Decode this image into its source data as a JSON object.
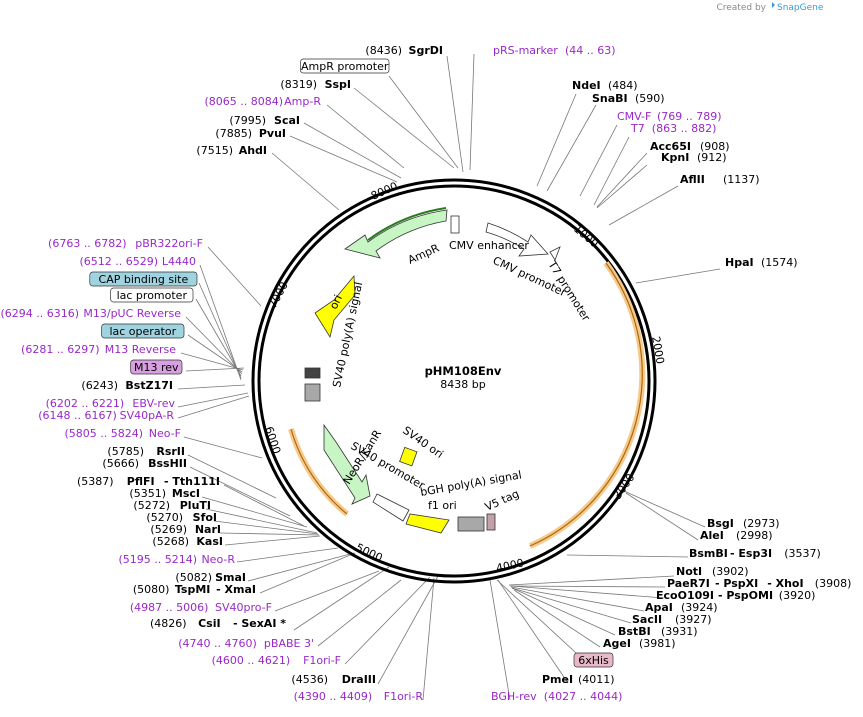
{
  "credit": {
    "prefix": "Created by",
    "brand": "SnapGene"
  },
  "center": {
    "name": "pHM108Env",
    "length": "8438 bp"
  },
  "ring_ticks": [
    "1000",
    "2000",
    "3000",
    "4000",
    "5000",
    "6000",
    "7000",
    "8000"
  ],
  "features": [
    {
      "name": "AmpR",
      "color": "#c8f5c4"
    },
    {
      "name": "ori",
      "color": "#ffff00"
    },
    {
      "name": "NeoR/KanR",
      "color": "#c8f5c4"
    },
    {
      "name": "SV40 promoter",
      "color": "#ffffff"
    },
    {
      "name": "f1 ori",
      "color": "#ffff00"
    },
    {
      "name": "bGH poly(A) signal",
      "color": "#a8a8a8"
    },
    {
      "name": "V5 tag",
      "color": "#c4a0a8"
    },
    {
      "name": "CMV enhancer",
      "color": "#ffffff"
    },
    {
      "name": "CMV promoter",
      "color": "#ffffff"
    },
    {
      "name": "T7 promoter",
      "color": "#ffffff"
    },
    {
      "name": "SV40 poly(A) signal",
      "color": "#a8a8a8"
    },
    {
      "name": "SV40 ori",
      "color": "#ffff00"
    }
  ],
  "left_labels": [
    {
      "pos": "(8436)",
      "name": "SgrDI",
      "type": "enzyme"
    },
    {
      "name": "AmpR promoter",
      "type": "boxed",
      "box": "#ffffff"
    },
    {
      "pos": "(8319)",
      "name": "SspI",
      "type": "enzyme"
    },
    {
      "pos": "(8065 .. 8084)",
      "name": "Amp-R",
      "type": "primer"
    },
    {
      "pos": "(7995)",
      "name": "ScaI",
      "type": "enzyme"
    },
    {
      "pos": "(7885)",
      "name": "PvuI",
      "type": "enzyme"
    },
    {
      "pos": "(7515)",
      "name": "AhdI",
      "type": "enzyme"
    },
    {
      "pos": "(6763 .. 6782)",
      "name": "pBR322ori-F",
      "type": "primer"
    },
    {
      "pos": "(6512 .. 6529)",
      "name": "L4440",
      "type": "primer"
    },
    {
      "name": "CAP binding site",
      "type": "boxed",
      "box": "#9fd3e0"
    },
    {
      "name": "lac promoter",
      "type": "boxed",
      "box": "#ffffff"
    },
    {
      "pos": "(6294 .. 6316)",
      "name": "M13/pUC Reverse",
      "type": "primer"
    },
    {
      "name": "lac operator",
      "type": "boxed",
      "box": "#9fd3e0"
    },
    {
      "pos": "(6281 .. 6297)",
      "name": "M13 Reverse",
      "type": "primer"
    },
    {
      "name": "M13 rev",
      "type": "boxed",
      "box": "#d8a0e0"
    },
    {
      "pos": "(6243)",
      "name": "BstZ17I",
      "type": "enzyme"
    },
    {
      "pos": "(6202 .. 6221)",
      "name": "EBV-rev",
      "type": "primer"
    },
    {
      "pos": "(6148 .. 6167)",
      "name": "SV40pA-R",
      "type": "primer"
    },
    {
      "pos": "(5805 .. 5824)",
      "name": "Neo-F",
      "type": "primer"
    },
    {
      "pos": "(5785)",
      "name": "RsrII",
      "type": "enzyme"
    },
    {
      "pos": "(5666)",
      "name": "BssHII",
      "type": "enzyme"
    },
    {
      "pos": "(5387)",
      "name": "PflFI",
      "name2": "- Tth111I",
      "type": "enzyme2"
    },
    {
      "pos": "(5351)",
      "name": "MscI",
      "type": "enzyme"
    },
    {
      "pos": "(5272)",
      "name": "PluTI",
      "type": "enzyme"
    },
    {
      "pos": "(5270)",
      "name": "SfoI",
      "type": "enzyme"
    },
    {
      "pos": "(5269)",
      "name": "NarI",
      "type": "enzyme"
    },
    {
      "pos": "(5268)",
      "name": "KasI",
      "type": "enzyme"
    },
    {
      "pos": "(5195 .. 5214)",
      "name": "Neo-R",
      "type": "primer"
    },
    {
      "pos": "(5082)",
      "name": "SmaI",
      "type": "enzyme"
    },
    {
      "pos": "(5080)",
      "name": "TspMI",
      "name2": "- XmaI",
      "type": "enzyme2"
    },
    {
      "pos": "(4987 .. 5006)",
      "name": "SV40pro-F",
      "type": "primer"
    },
    {
      "pos": "(4826)",
      "name": "CsiI",
      "name2": "- SexAI *",
      "type": "enzyme2"
    },
    {
      "pos": "(4740 .. 4760)",
      "name": "pBABE 3'",
      "type": "primer"
    },
    {
      "pos": "(4600 .. 4621)",
      "name": "F1ori-F",
      "type": "primer"
    },
    {
      "pos": "(4536)",
      "name": "DraIII",
      "type": "enzyme"
    },
    {
      "pos": "(4390 .. 4409)",
      "name": "F1ori-R",
      "type": "primer"
    }
  ],
  "right_labels": [
    {
      "name": "pRS-marker",
      "pos": "(44 .. 63)",
      "type": "primer"
    },
    {
      "name": "NdeI",
      "pos": "(484)",
      "type": "enzyme"
    },
    {
      "name": "SnaBI",
      "pos": "(590)",
      "type": "enzyme"
    },
    {
      "name": "CMV-F",
      "pos": "(769 .. 789)",
      "type": "primer"
    },
    {
      "name": "T7",
      "pos": "(863 .. 882)",
      "type": "primer"
    },
    {
      "name": "Acc65I",
      "pos": "(908)",
      "type": "enzyme"
    },
    {
      "name": "KpnI",
      "pos": "(912)",
      "type": "enzyme"
    },
    {
      "name": "AflII",
      "pos": "(1137)",
      "type": "enzyme"
    },
    {
      "name": "HpaI",
      "pos": "(1574)",
      "type": "enzyme"
    },
    {
      "name": "BsgI",
      "pos": "(2973)",
      "type": "enzyme"
    },
    {
      "name": "AleI",
      "pos": "(2998)",
      "type": "enzyme"
    },
    {
      "name": "BsmBI",
      "name2": "- Esp3I",
      "pos": "(3537)",
      "type": "enzyme2"
    },
    {
      "name": "NotI",
      "pos": "(3902)",
      "type": "enzyme"
    },
    {
      "name": "PaeR7I",
      "name2": "- PspXI",
      "name3": "- XhoI",
      "pos": "(3908)",
      "type": "enzyme3"
    },
    {
      "name": "EcoO109I",
      "name2": "- PspOMI",
      "pos": "(3920)",
      "type": "enzyme2"
    },
    {
      "name": "ApaI",
      "pos": "(3924)",
      "type": "enzyme"
    },
    {
      "name": "SacII",
      "pos": "(3927)",
      "type": "enzyme"
    },
    {
      "name": "BstBI",
      "pos": "(3931)",
      "type": "enzyme"
    },
    {
      "name": "AgeI",
      "pos": "(3981)",
      "type": "enzyme"
    },
    {
      "name": "6xHis",
      "type": "boxed",
      "box": "#e8b8c8"
    },
    {
      "name": "PmeI",
      "pos": "(4011)",
      "type": "enzyme"
    },
    {
      "name": "BGH-rev",
      "pos": "(4027 .. 4044)",
      "type": "primer"
    }
  ]
}
